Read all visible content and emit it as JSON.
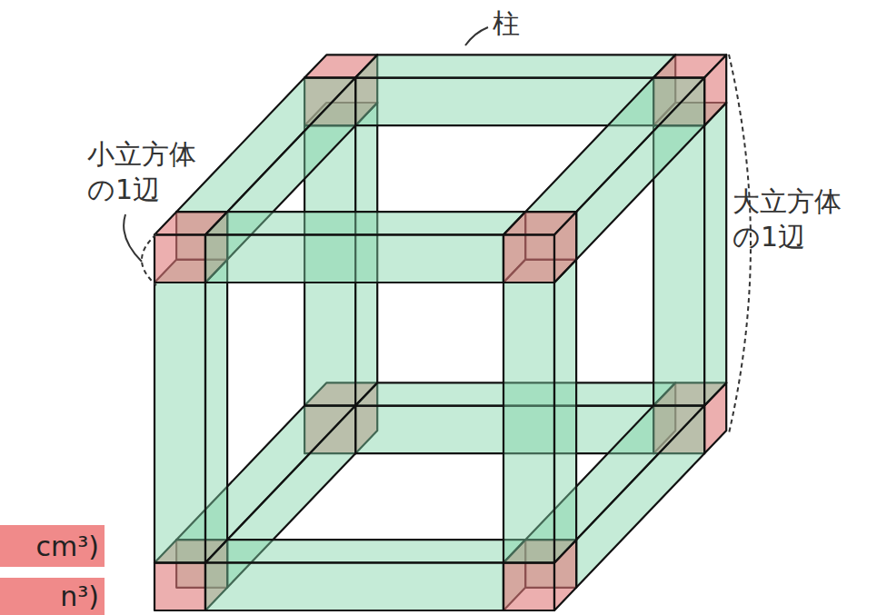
{
  "diagram": {
    "nodes": [
      {
        "text": [
          "cm³)"
        ]
      },
      {
        "text": [
          "n³)"
        ]
      }
    ],
    "labels": [
      "柱",
      "小立方体 の1辺",
      "大立方体 の1辺"
    ]
  }
}
